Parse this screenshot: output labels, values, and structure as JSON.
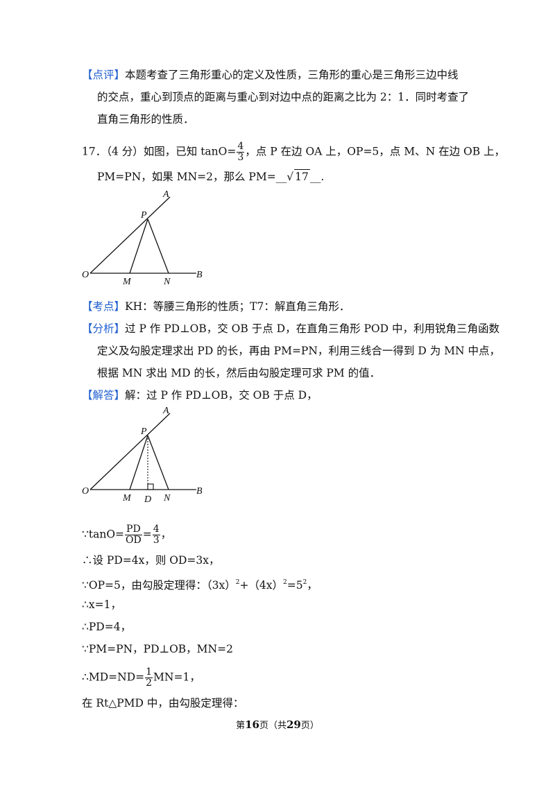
{
  "comment": {
    "tag": "【点评】",
    "line1": "本题考查了三角形重心的定义及性质，三角形的重心是三角形三边中线",
    "line2": "的交点，重心到顶点的距离与重心到对边中点的距离之比为 2：1．同时考查了",
    "line3": "直角三角形的性质．"
  },
  "problem": {
    "prefix": "17．（4 分）如图，已知 tanO=",
    "frac_num": "4",
    "frac_den": "3",
    "suffix": "，点 P 在边 OA 上，OP=5，点 M、N 在边 OB 上，",
    "line2_text": "PM=PN，如果 MN=2，那么 PM=",
    "blank_open": "__",
    "answer_radicand": "17",
    "blank_close": "__."
  },
  "figure1": {
    "labels": {
      "A": "A",
      "P": "P",
      "O": "O",
      "M": "M",
      "N": "N",
      "B": "B"
    }
  },
  "kaodian": {
    "tag": "【考点】",
    "text": "KH：等腰三角形的性质；T7：解直角三角形．"
  },
  "analysis": {
    "tag": "【分析】",
    "line1": "过 P 作 PD⊥OB，交 OB 于点 D，在直角三角形 POD 中，利用锐角三角函数",
    "line2": "定义及勾股定理求出 PD 的长，再由 PM=PN，利用三线合一得到 D 为 MN 中点，",
    "line3": "根据 MN 求出 MD 的长，然后由勾股定理可求 PM 的值．"
  },
  "solution": {
    "tag": "【解答】",
    "text": "解：过 P 作 PD⊥OB，交 OB 于点 D，"
  },
  "figure2": {
    "labels": {
      "A": "A",
      "P": "P",
      "O": "O",
      "M": "M",
      "D": "D",
      "N": "N",
      "B": "B"
    }
  },
  "steps": {
    "s1_prefix": "∵tanO=",
    "s1_num": "PD",
    "s1_den": "OD",
    "s1_eq": "=",
    "s1_num2": "4",
    "s1_den2": "3",
    "s1_suffix": "，",
    "s2": "∴设 PD=4x，则 OD=3x，",
    "s3_a": "∵OP=5，由勾股定理得：（3x）",
    "s3_sup1": "2",
    "s3_b": "+（4x）",
    "s3_sup2": "2",
    "s3_c": "=5",
    "s3_sup3": "2",
    "s3_d": "，",
    "s4": "∴x=1，",
    "s5": "∴PD=4，",
    "s6": "∵PM=PN，PD⊥OB，MN=2",
    "s7_prefix": "∴MD=ND=",
    "s7_num": "1",
    "s7_den": "2",
    "s7_suffix": "MN=1，",
    "s8": "在 Rt△PMD 中，由勾股定理得："
  },
  "footer": {
    "pre": "第",
    "page": "16",
    "mid": "页（共",
    "total": "29",
    "post": "页）"
  }
}
